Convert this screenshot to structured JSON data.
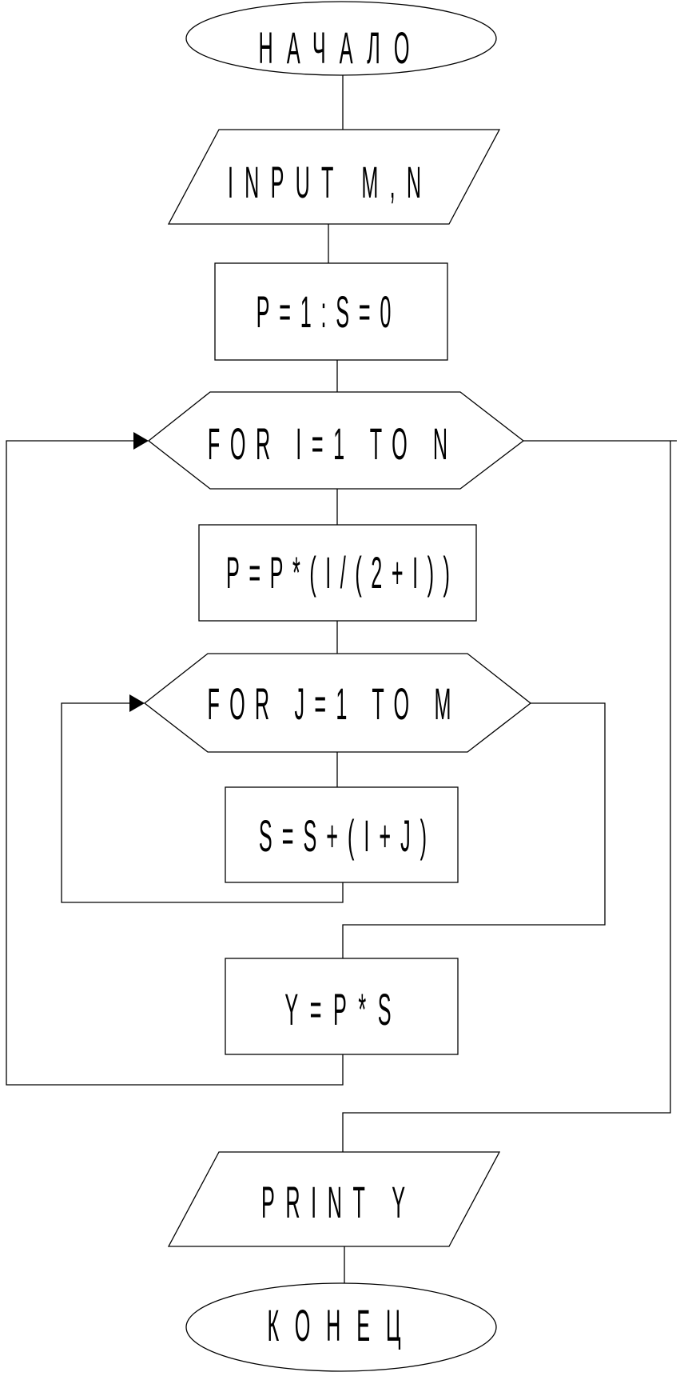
{
  "flowchart": {
    "start": "НАЧАЛО",
    "input": "INPUT M,N",
    "init": "P=1:S=0",
    "outer_loop": "FOR I=1 TO N",
    "product_step": "P=P*(I/(2+I))",
    "inner_loop": "FOR J=1 TO M",
    "sum_step": "S=S+(I+J)",
    "result_step": "Y=P*S",
    "output": "PRINT Y",
    "end": "КОНЕЦ"
  }
}
